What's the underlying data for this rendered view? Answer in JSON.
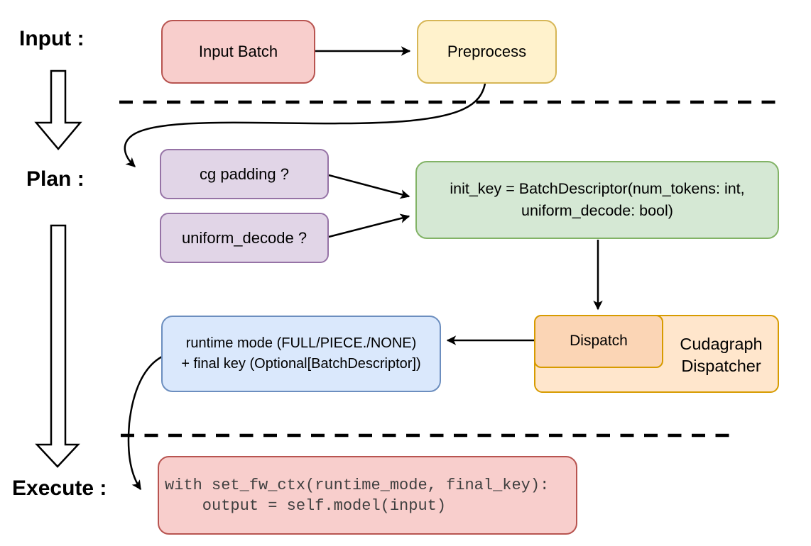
{
  "section_labels": {
    "input": "Input :",
    "plan": "Plan :",
    "execute": "Execute :"
  },
  "nodes": {
    "input_batch": "Input Batch",
    "preprocess": "Preprocess",
    "cg_padding": "cg padding ?",
    "uniform_decode": "uniform_decode ?",
    "init_key": "init_key = BatchDescriptor(num_tokens: int,\nuniform_decode: bool)",
    "runtime_mode": "runtime mode (FULL/PIECE./NONE)\n+ final key (Optional[BatchDescriptor])",
    "dispatch": "Dispatch",
    "cudagraph_dispatcher": "Cudagraph\nDispatcher",
    "execute_code": "with set_fw_ctx(runtime_mode, final_key):\n    output = self.model(input)"
  },
  "colors": {
    "pink_fill": "#f8cecc",
    "pink_stroke": "#b85450",
    "yellow_fill": "#fff2cc",
    "yellow_stroke": "#d6b656",
    "purple_fill": "#e1d5e7",
    "purple_stroke": "#9673a6",
    "green_fill": "#d5e8d4",
    "green_stroke": "#82b366",
    "blue_fill": "#dae8fc",
    "blue_stroke": "#6c8ebf",
    "orange_fill": "#ffe6cc",
    "orange_stroke": "#d79b00",
    "peach_fill": "#fbd5b5",
    "arrow_color": "#000000",
    "code_text_color": "#3f3f3f"
  }
}
